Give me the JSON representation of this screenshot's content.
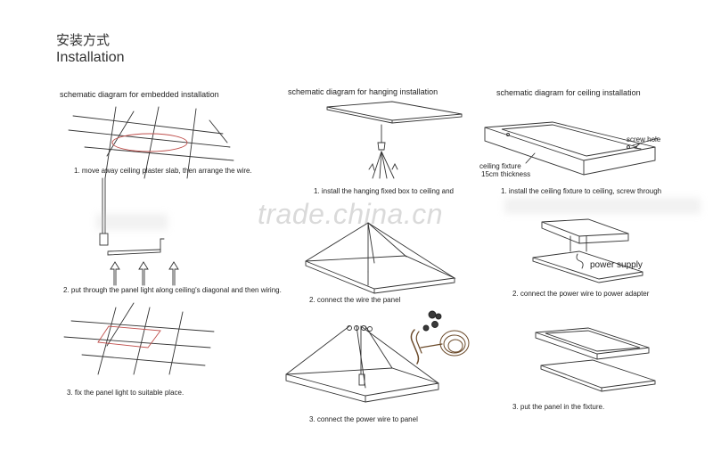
{
  "title": {
    "cn": "安装方式",
    "en": "Installation"
  },
  "watermark": "trade.china.cn",
  "columns": {
    "embedded": {
      "heading": "schematic diagram for embedded installation",
      "steps": [
        "1. move away ceiling plaster slab, then arrange the wire.",
        "2. put through the panel light along ceiling's diagonal and then wiring.",
        "3. fix the panel light to suitable place."
      ]
    },
    "hanging": {
      "heading": "schematic diagram for hanging installation",
      "steps": [
        "1. install the hanging fixed box to ceiling and",
        "2. connect the wire the panel",
        "3. connect the power wire to panel"
      ]
    },
    "ceiling": {
      "heading": "schematic diagram for ceiling installation",
      "steps": [
        "1. install the ceiling fixture to ceiling, screw through",
        "2. connect the power wire to power adapter",
        "3. put the panel in the fixture."
      ],
      "labels": {
        "screw_hole": "screw hole",
        "fixture_line1": "ceiling fixture",
        "fixture_line2": "15cm thickness",
        "power_supply": "power supply"
      }
    }
  },
  "colors": {
    "line": "#333333",
    "highlight": "#c0504d",
    "watermark": "#999999"
  }
}
